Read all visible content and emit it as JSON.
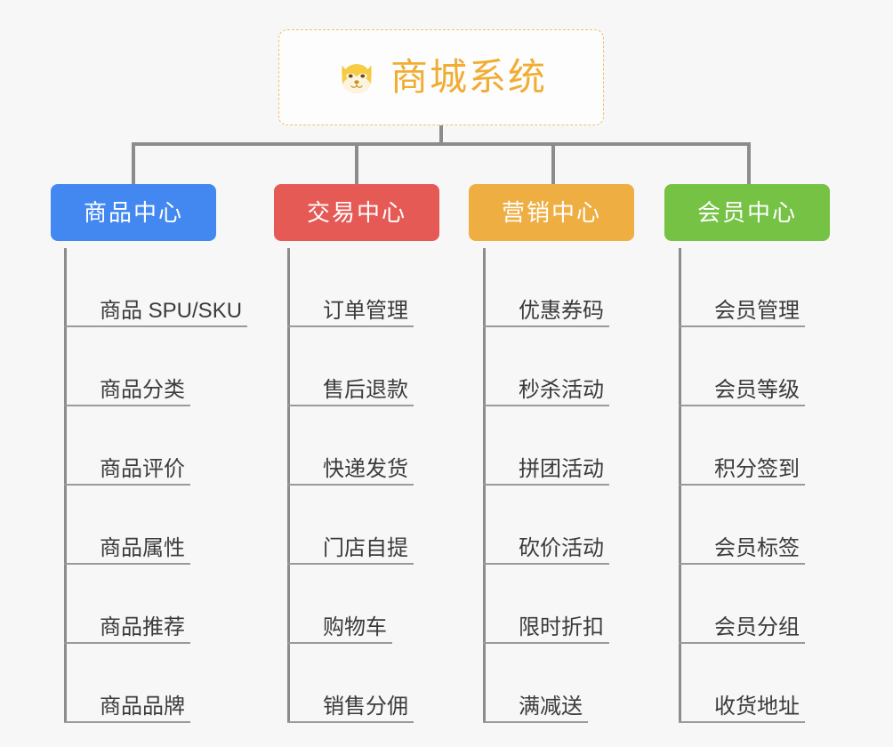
{
  "background_color": "#f7f7f7",
  "root": {
    "title": "商城系统",
    "icon": "shiba-dog-face-icon",
    "text_color": "#f0ad33",
    "border_color": "#f0c068",
    "background_color": "#fdfdfd"
  },
  "connector_color": "#8c8c8c",
  "columns": [
    {
      "label": "商品中心",
      "color": "#4288f0",
      "text_color": "#ffffff",
      "items": [
        "商品 SPU/SKU",
        "商品分类",
        "商品评价",
        "商品属性",
        "商品推荐",
        "商品品牌"
      ]
    },
    {
      "label": "交易中心",
      "color": "#e55a55",
      "text_color": "#ffffff",
      "items": [
        "订单管理",
        "售后退款",
        "快递发货",
        "门店自提",
        "购物车",
        "销售分佣"
      ]
    },
    {
      "label": "营销中心",
      "color": "#eeae42",
      "text_color": "#ffffff",
      "items": [
        "优惠券码",
        "秒杀活动",
        "拼团活动",
        "砍价活动",
        "限时折扣",
        "满减送"
      ]
    },
    {
      "label": "会员中心",
      "color": "#75c244",
      "text_color": "#ffffff",
      "items": [
        "会员管理",
        "会员等级",
        "积分签到",
        "会员标签",
        "会员分组",
        "收货地址"
      ]
    }
  ]
}
